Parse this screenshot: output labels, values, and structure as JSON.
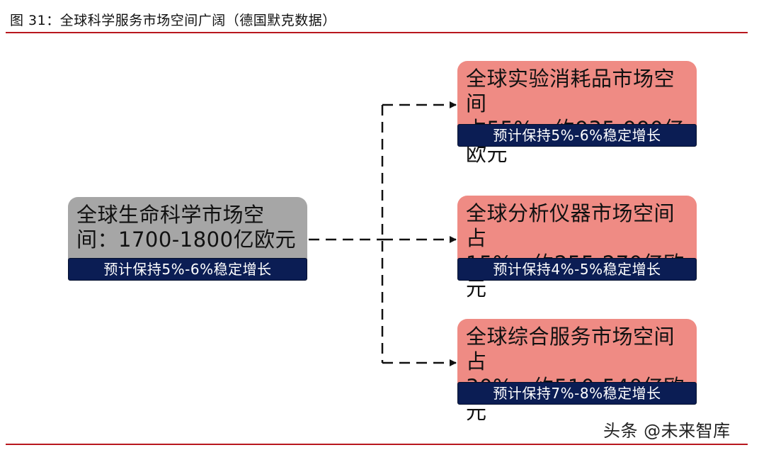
{
  "header": {
    "title": "图 31：全球科学服务市场空间广阔（德国默克数据）"
  },
  "main_node": {
    "line1": "全球生命科学市场空",
    "line2": "间：1700-1800亿欧元",
    "growth": "预计保持5%-6%稳定增长"
  },
  "branches": [
    {
      "line1": "全球实验消耗品市场空间",
      "line2": "占55%，约935-990亿欧元",
      "growth": "预计保持5%-6%稳定增长"
    },
    {
      "line1": "全球分析仪器市场空间占",
      "line2": "15%，约255-270亿欧元",
      "growth": "预计保持4%-5%稳定增长"
    },
    {
      "line1": "全球综合服务市场空间占",
      "line2": "30%，约510-540亿欧元",
      "growth": "预计保持7%-8%稳定增长"
    }
  ],
  "watermark": "头条 @未来智库",
  "colors": {
    "accent_rule": "#b8171e",
    "main_box": "#a6a6a6",
    "branch_box": "#ef8b84",
    "band": "#0b1d54"
  }
}
